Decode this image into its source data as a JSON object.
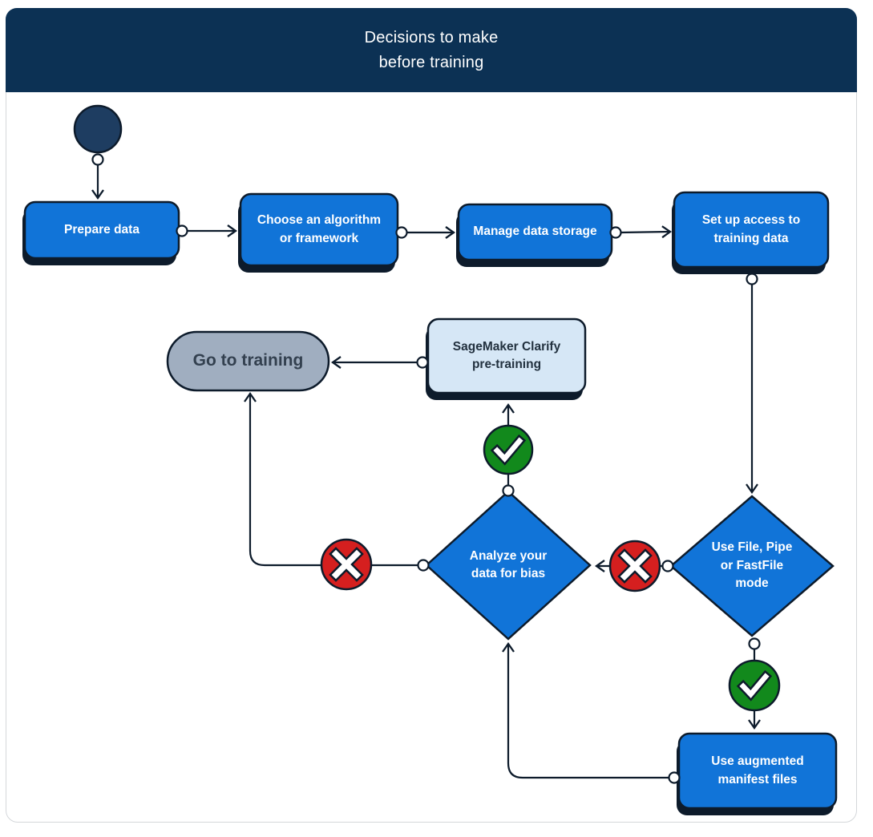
{
  "title": "Decisions to make\nbefore training",
  "nodes": {
    "start": {
      "type": "start-state"
    },
    "prepare_data": {
      "label": "Prepare data"
    },
    "choose_algorithm": {
      "label": "Choose an algorithm\nor framework"
    },
    "manage_storage": {
      "label": "Manage data storage"
    },
    "setup_access": {
      "label": "Set up access to\ntraining data"
    },
    "clarify_pretraining": {
      "label": "SageMaker Clarify\npre-training"
    },
    "go_to_training": {
      "label": "Go to training"
    },
    "analyze_bias": {
      "label": "Analyze your\ndata for bias"
    },
    "file_pipe_fastfile": {
      "label": "Use File, Pipe\nor FastFile\nmode"
    },
    "augmented_manifest": {
      "label": "Use augmented\nmanifest files"
    }
  },
  "icons": {
    "success_check": "✓",
    "failure_cross": "✕"
  },
  "colors": {
    "header_navy": "#0c3154",
    "start_navy": "#1e3d61",
    "node_blue": "#1174d8",
    "clarify_lightblue": "#d6e7f6",
    "pill_gray": "#a0aec0",
    "success_green": "#12891c",
    "failure_red": "#d51f1f",
    "outline_dark": "#0d1b2b",
    "canvas_white": "#ffffff"
  }
}
